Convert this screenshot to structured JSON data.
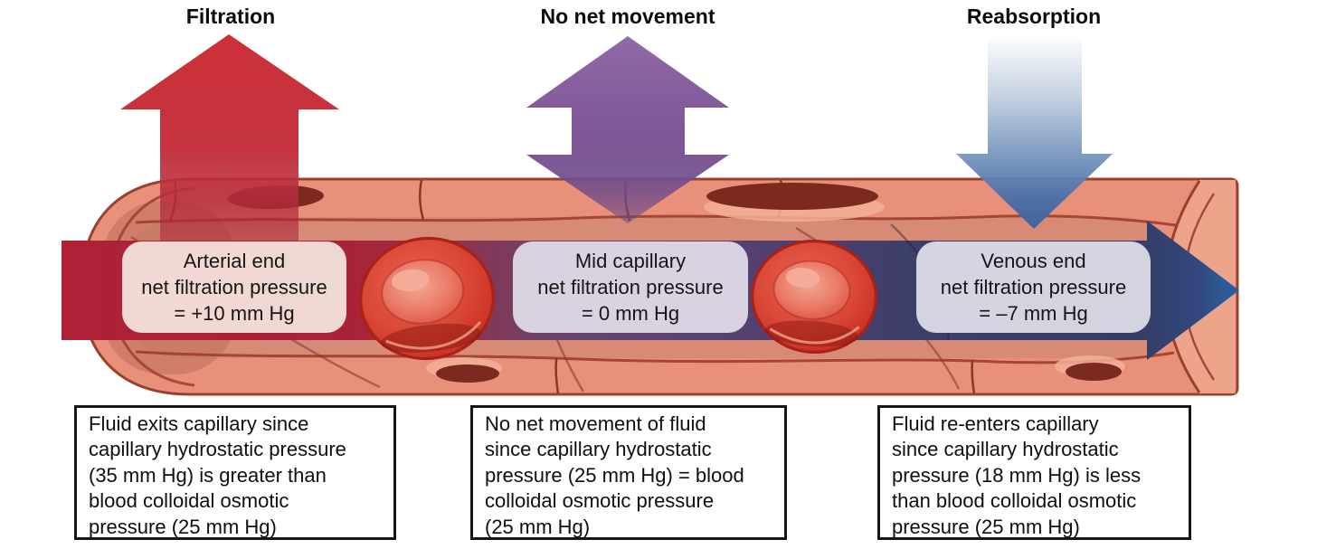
{
  "figure": {
    "flow_labels": [
      {
        "label": "Filtration"
      },
      {
        "label": "No net movement"
      },
      {
        "label": "Reabsorption"
      }
    ],
    "pressure_pills": [
      {
        "lines": [
          "Arterial end",
          "net filtration pressure",
          "= +10 mm Hg"
        ]
      },
      {
        "lines": [
          "Mid capillary",
          "net filtration pressure",
          "= 0 mm Hg"
        ]
      },
      {
        "lines": [
          "Venous end",
          "net filtration pressure",
          "= –7 mm Hg"
        ]
      }
    ],
    "explanations": [
      {
        "lines": [
          "Fluid exits capillary since",
          "capillary hydrostatic pressure",
          "(35 mm Hg) is greater than",
          "blood colloidal osmotic",
          "pressure (25 mm Hg)"
        ]
      },
      {
        "lines": [
          "No net movement of fluid",
          "since capillary hydrostatic",
          "pressure (25 mm Hg) = blood",
          "colloidal osmotic pressure",
          "(25 mm Hg)"
        ]
      },
      {
        "lines": [
          "Fluid re-enters capillary",
          "since capillary hydrostatic",
          "pressure (18 mm Hg) is less",
          "than blood colloidal osmotic",
          "pressure (25 mm Hg)"
        ]
      }
    ],
    "colors": {
      "filtration_arrow": "#cd3138",
      "no_net_movement_arrow": "#8f63a2",
      "reabsorption_arrow": "#3c64a1",
      "band_arterial": "#ae2136",
      "band_mid": "#5e4373",
      "band_venous": "#343e68",
      "flow_tip_blue": "#2d5c9c",
      "capillary_wall": "#e9907a",
      "capillary_outline": "#9b4030",
      "capillary_lumen": "#d78b76",
      "endothelial_nucleus": "#7c2a1f",
      "red_blood_cell": "#d94534",
      "pill_arterial_bg": "#f3ded8",
      "pill_mid_bg": "#ded7e4",
      "pill_venous_bg": "#dad9e4"
    }
  }
}
